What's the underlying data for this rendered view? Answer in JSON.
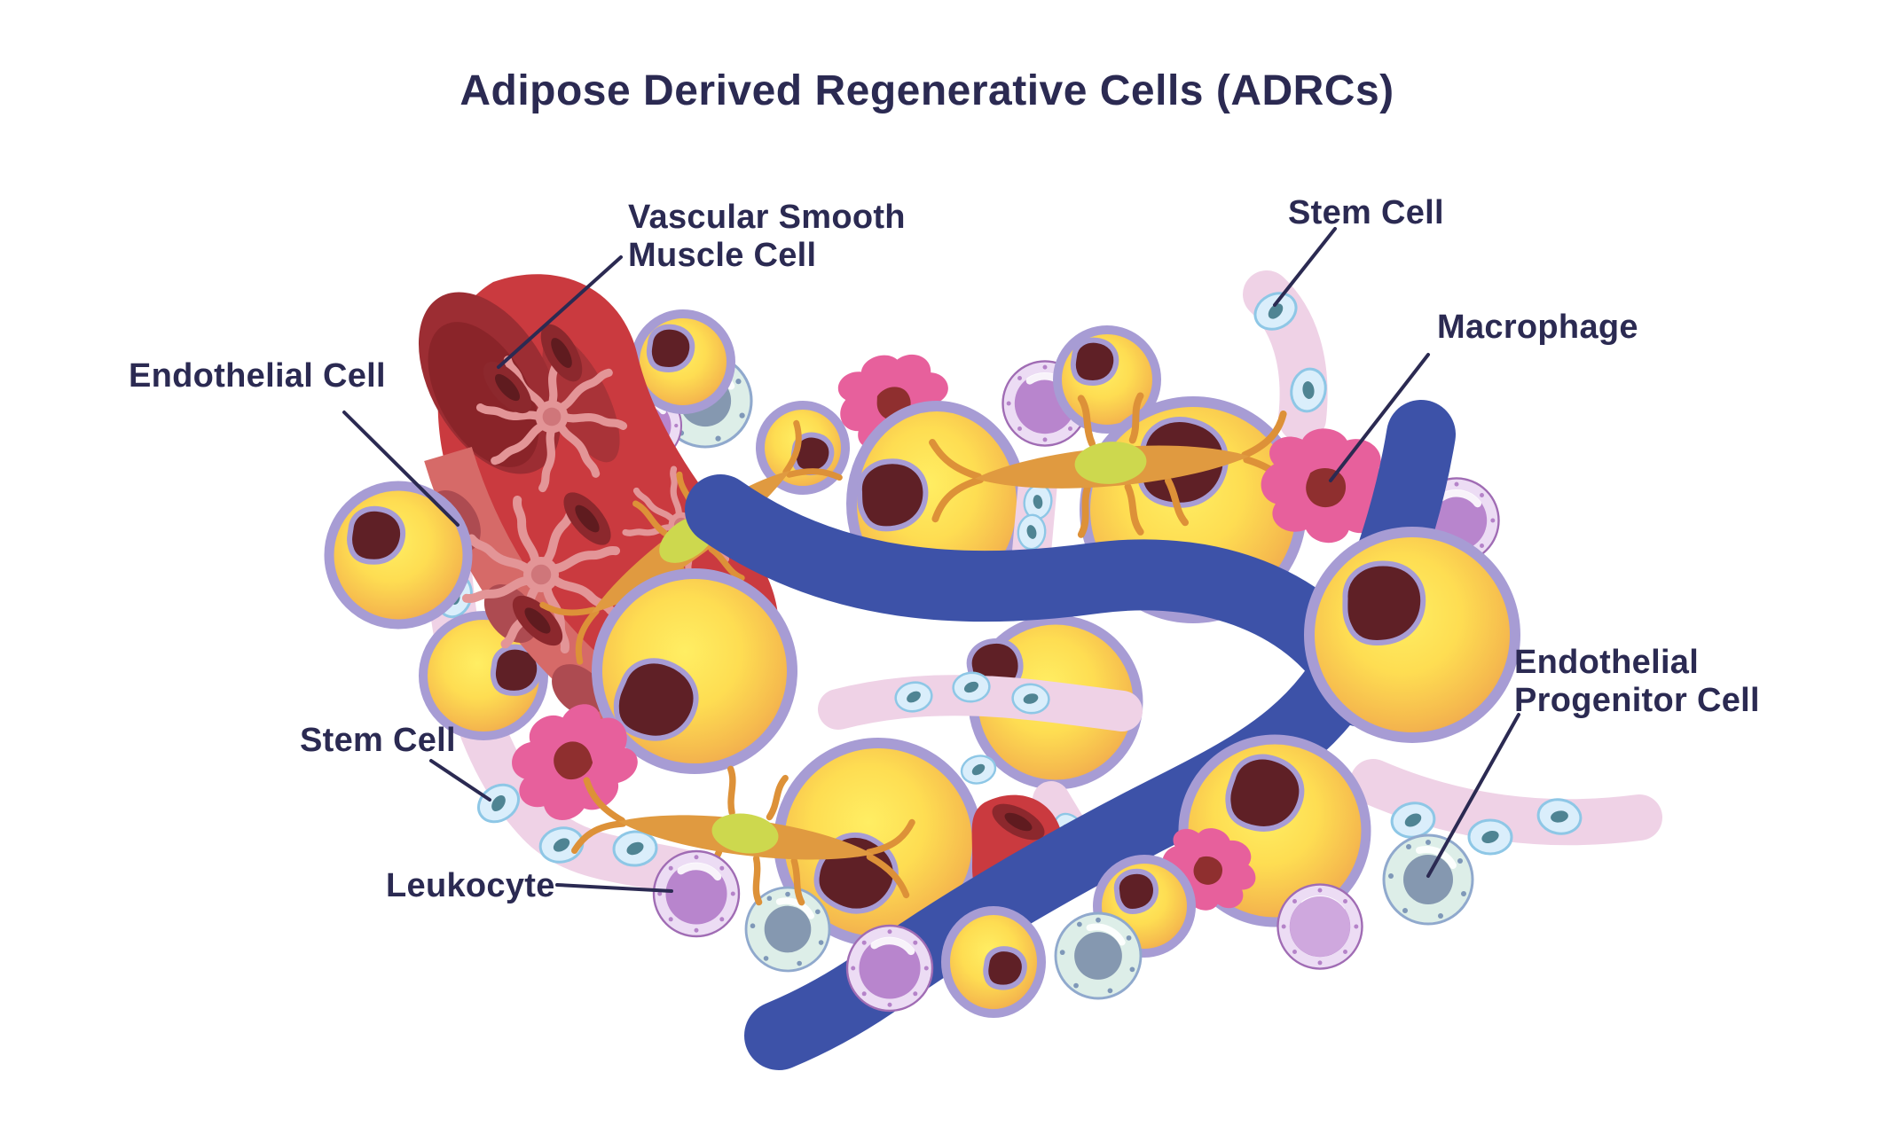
{
  "title": "Adipose Derived Regenerative Cells (ADRCs)",
  "labels": {
    "vascular_smooth_muscle": {
      "line1": "Vascular Smooth",
      "line2": "Muscle Cell"
    },
    "endothelial_cell": "Endothelial Cell",
    "stem_cell_top": "Stem Cell",
    "macrophage": "Macrophage",
    "stem_cell_left": "Stem Cell",
    "leukocyte": "Leukocyte",
    "endothelial_progenitor": {
      "line1": "Endothelial",
      "line2": "Progenitor Cell"
    }
  },
  "colors": {
    "text_navy": "#2b2a52",
    "leader_line": "#2b2a52",
    "vessel_red": "#ca3a3f",
    "vessel_opening": "#9c2d33",
    "vessel_inner_band": "#d66a68",
    "vessel_blue": "#3d52a8",
    "capillary_pink": "#efd2e6",
    "adipocyte_rim": "#a79cd4",
    "adipocyte_nucleus": "#5f2026",
    "stem_cell_blue": "#daeefb",
    "stem_cell_nucleus": "#4f8493",
    "stellate_orange": "#e09a40",
    "stellate_nucleus": "#cdd84e",
    "macrophage_pink": "#e7609c",
    "macrophage_nucleus": "#8f2f2f",
    "leukocyte_purple": "#b885cd",
    "epc_body": "#ddeee8",
    "epc_nucleus": "#8598b0",
    "background": "#ffffff"
  }
}
